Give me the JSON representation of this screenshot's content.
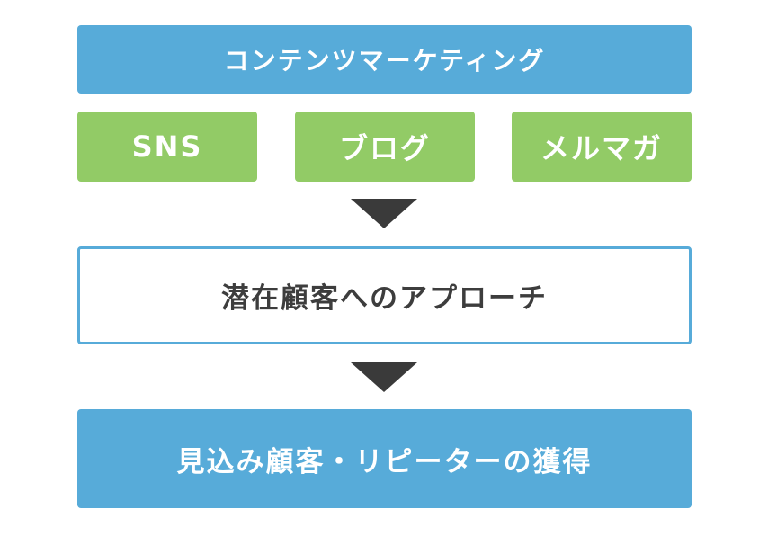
{
  "diagram": {
    "top": {
      "label": "コンテンツマーケティング"
    },
    "channels": [
      {
        "label": "SNS"
      },
      {
        "label": "ブログ"
      },
      {
        "label": "メルマガ"
      }
    ],
    "middle": {
      "label": "潜在顧客へのアプローチ"
    },
    "bottom": {
      "label": "見込み顧客・リピーターの獲得"
    },
    "colors": {
      "blue": "#57abd9",
      "green": "#92cb66",
      "arrow": "#3a3a3a",
      "dark_text": "#3d3d3d"
    }
  }
}
